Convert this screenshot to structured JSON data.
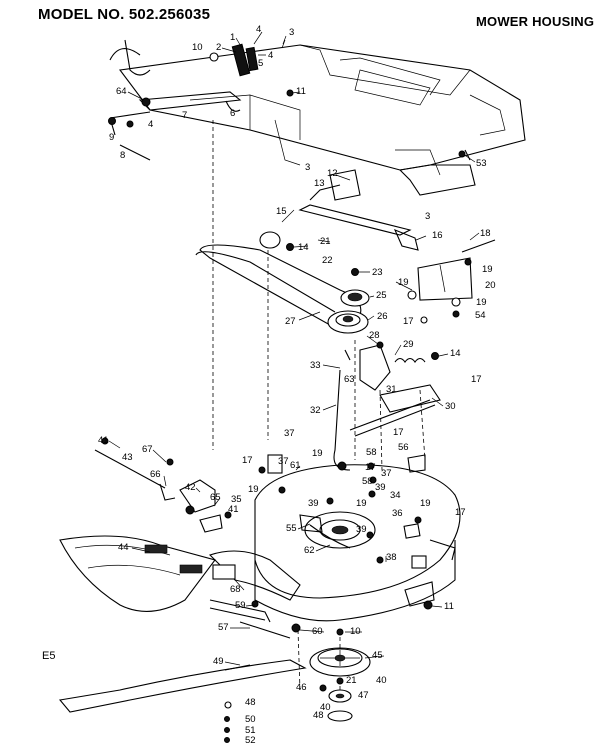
{
  "header": {
    "model": "MODEL NO. 502.256035",
    "section": "MOWER HOUSING"
  },
  "footer": {
    "code": "E5"
  },
  "parts": {
    "p1": "1",
    "p2": "2",
    "p3": "3",
    "p4": "4",
    "p5": "5",
    "p6": "6",
    "p7": "7",
    "p8": "8",
    "p9": "9",
    "p10": "10",
    "p11": "11",
    "p12": "12",
    "p13": "13",
    "p14": "14",
    "p15": "15",
    "p16": "16",
    "p17": "17",
    "p18": "18",
    "p19": "19",
    "p20": "20",
    "p21": "21",
    "p22": "22",
    "p23": "23",
    "p25": "25",
    "p26": "26",
    "p27": "27",
    "p28": "28",
    "p29": "29",
    "p30": "30",
    "p31": "31",
    "p32": "32",
    "p33": "33",
    "p34": "34",
    "p35": "35",
    "p36": "36",
    "p37": "37",
    "p38": "38",
    "p39": "39",
    "p40": "40",
    "p41": "41",
    "p42": "42",
    "p43": "43",
    "p44": "44",
    "p45": "45",
    "p46": "46",
    "p47": "47",
    "p48": "48",
    "p49": "49",
    "p50": "50",
    "p51": "51",
    "p52": "52",
    "p53": "53",
    "p54": "54",
    "p55": "55",
    "p56": "56",
    "p57": "57",
    "p58": "58",
    "p59": "59",
    "p60": "60",
    "p61": "61",
    "p62": "62",
    "p63": "63",
    "p64": "64",
    "p65": "65",
    "p66": "66",
    "p67": "67",
    "p68": "68"
  }
}
